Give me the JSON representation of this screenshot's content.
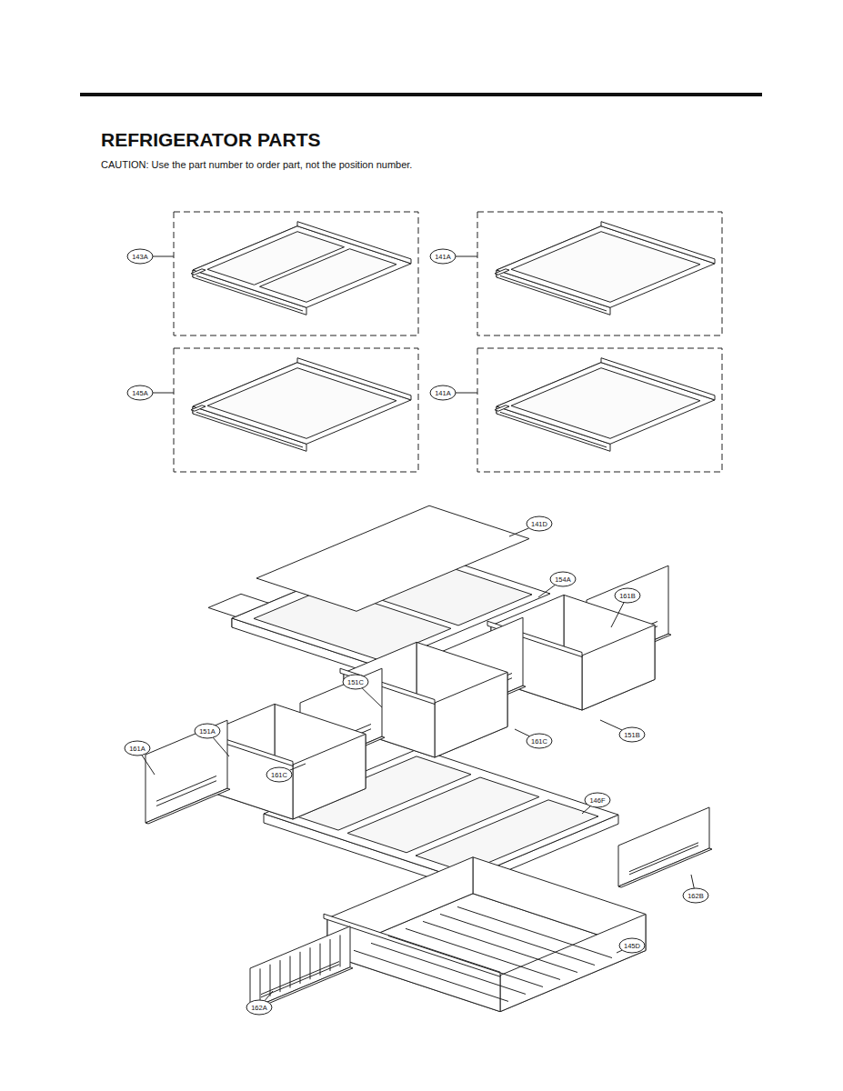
{
  "diagram": {
    "title": "REFRIGERATOR PARTS",
    "labels": [
      "CAUTION: Use the part number to order part, not the position number.",
      "143A",
      "141A",
      "145A",
      "141A",
      "141D",
      "154A",
      "161B",
      "151C",
      "161C",
      "161C",
      "151B",
      "151A",
      "161A",
      "146F",
      "162B",
      "145D",
      "162A"
    ]
  }
}
